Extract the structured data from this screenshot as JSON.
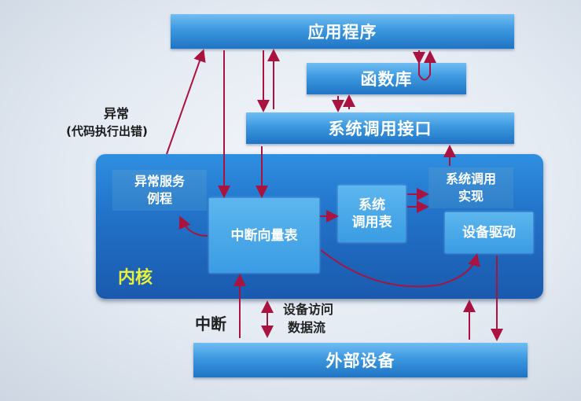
{
  "blocks": {
    "app": "应用程序",
    "lib": "函数库",
    "syscall_interface": "系统调用接口",
    "external": "外部设备"
  },
  "kernel": {
    "label": "内核",
    "exception_service": "异常服务\n例程",
    "interrupt_vector": "中断向量表",
    "syscall_table": "系统\n调用表",
    "syscall_impl": "系统调用\n实现",
    "device_driver": "设备驱动"
  },
  "annotations": {
    "exception_title": "异常",
    "exception_detail": "(代码执行出错)",
    "interrupt": "中断",
    "device_access": "设备访问",
    "data_flow": "数据流"
  },
  "colors": {
    "arrow": "#a8143f",
    "kernel_text": "#e9f23a",
    "bar_blue": "#3d98df"
  }
}
